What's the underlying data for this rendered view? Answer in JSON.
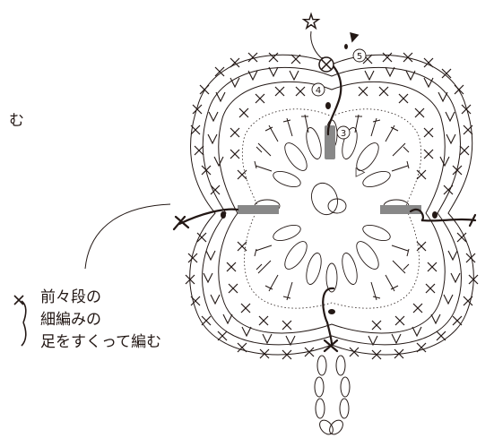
{
  "annotation": {
    "line1": "前々段の",
    "line2": "細編みの",
    "line3": "足をすくって編む"
  },
  "side_text": "む",
  "round_labels": {
    "r3": "3",
    "r4": "4",
    "r5": "5"
  },
  "symbols": {
    "start_mark": "☆",
    "cut_mark": "▼",
    "triangle_mark": "▷"
  },
  "colors": {
    "line": "#231815",
    "highlight": "#888888"
  }
}
